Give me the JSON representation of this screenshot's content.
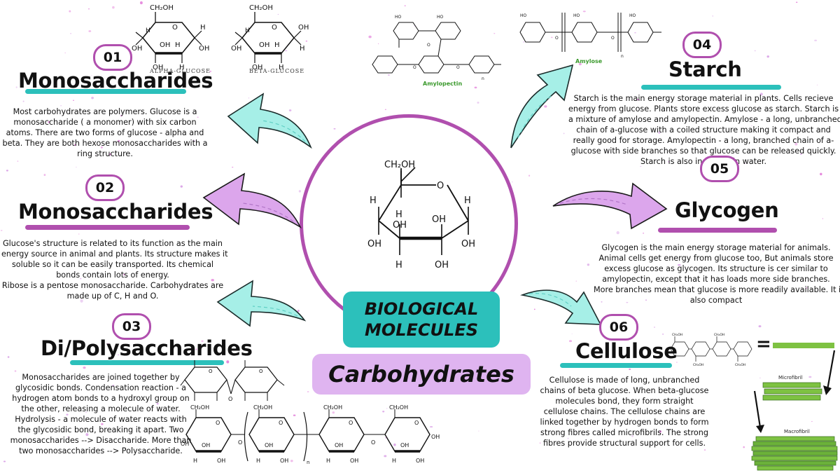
{
  "colors": {
    "teal": "#2cc0bb",
    "purple": "#b04fae",
    "lavender": "#dfb4f0",
    "green": "#7ec242"
  },
  "center": {
    "title_line1": "BIOLOGICAL",
    "title_line2": "MOLECULES",
    "subtitle": "Carbohydrates",
    "glucose": {
      "ch2oh": "CH₂OH",
      "o": "O",
      "h": "H",
      "oh": "OH"
    }
  },
  "sections": {
    "s01": {
      "number": "01",
      "title": "Monosaccharides",
      "lines": [
        "Most carbohydrates are polymers. Glucose is a",
        "monosaccharide ( a monomer) with six carbon",
        "atoms. There are two forms of glucose - alpha and",
        "beta. They are both hexose monosaccharides with a",
        "ring structure."
      ],
      "caption_alpha": "ALPHA-GLUCOSE",
      "caption_beta": "BETA-GLUCOSE"
    },
    "s02": {
      "number": "02",
      "title": "Monosaccharides",
      "lines": [
        "Glucose's structure is related to its function as the main",
        "energy source in animal and plants. Its structure makes it",
        "soluble so it can be easily transported. Its chemical",
        "bonds contain lots of energy.",
        "Ribose is a pentose monosaccharide. Carbohydrates are",
        "made up of C, H and O."
      ]
    },
    "s03": {
      "number": "03",
      "title": "Di/Polysaccharides",
      "lines": [
        "Monosaccharides are joined together by",
        "glycosidic bonds. Condensation reaction - a",
        "hydrogen atom bonds to a hydroxyl group on",
        "the other, releasing a molecule of water.",
        "Hydrolysis - a molecule of water reacts with",
        "the glycosidic bond, breaking it apart. Two",
        "monosaccharides --> Disaccharide. More than",
        "two monosaccharides --> Polysaccharide."
      ]
    },
    "s04": {
      "number": "04",
      "title": "Starch",
      "lines": [
        "Starch is the main energy storage material in plants. Cells recieve",
        "energy from glucose. Plants store excess glucose as starch. Starch is",
        "a mixture of amylose and amylopectin. Amylose - a long, unbranched",
        "chain of a-glucose with a coiled structure making it compact and",
        "really good for storage. Amylopectin - a long, branched chain of a-",
        "glucose with side branches so that glucose can be released quickly.",
        "Starch is also insoluble in water."
      ],
      "amylopectin_label": "Amylopectin",
      "amylose_label": "Amylose"
    },
    "s05": {
      "number": "05",
      "title": "Glycogen",
      "lines": [
        "Glycogen is the main energy storage material for animals.",
        "Animal cells get energy from glucose too, But animals store",
        "excess glucose as glycogen. Its structure is cer similar to",
        "amylopectin, except that it has loads more side branches.",
        "More branches mean that glucose is more readily available. It is",
        "also compact"
      ]
    },
    "s06": {
      "number": "06",
      "title": "Cellulose",
      "lines": [
        "Cellulose is made of long, unbranched",
        "chains of beta glucose. When beta-glucose",
        "molecules bond, they form straight",
        "cellulose chains. The cellulose chains are",
        "linked together by hydrogen bonds to form",
        "strong fibres called microfibrils. The strong",
        "fibres provide structural support for cells."
      ],
      "equals": "=",
      "microfibril_label": "Microfibril",
      "macrofibril_label": "Macrofibril"
    }
  },
  "icons": {
    "arrows": [
      "curved-arrow-01-icon",
      "curved-arrow-02-icon",
      "curved-arrow-03-icon",
      "curved-arrow-04-icon",
      "curved-arrow-05-icon",
      "curved-arrow-06-icon"
    ]
  }
}
